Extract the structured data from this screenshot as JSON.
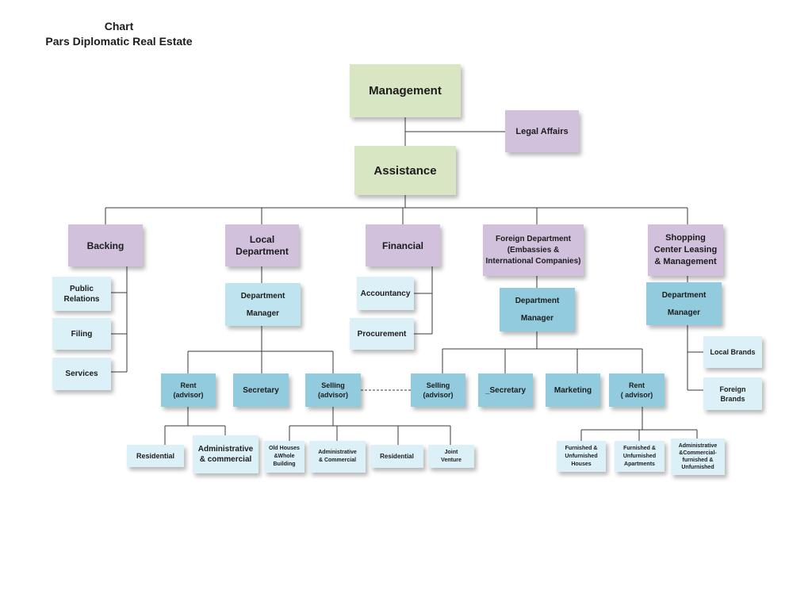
{
  "header": {
    "title": "Chart",
    "subtitle": "Pars Diplomatic Real Estate"
  },
  "colors": {
    "green": "#d8e6c3",
    "purple": "#d1c1dc",
    "mid_blue": "#bfe3ef",
    "dark_blue": "#92cbdd",
    "light_blue": "#dcf0f7",
    "line": "#3a3a3a"
  },
  "nodes": {
    "management": "Management",
    "legal_affairs": "Legal Affairs",
    "assistance": "Assistance",
    "backing": "Backing",
    "local_department": "Local\nDepartment",
    "financial": "Financial",
    "foreign_department": "Foreign Department\n(Embassies &\nInternational Companies)",
    "shopping_center": "Shopping\nCenter Leasing\n& Management",
    "public_relations": "Public\nRelations",
    "filing": "Filing",
    "services": "Services",
    "local_dept_manager": "Department\n\nManager",
    "accountancy": "Accountancy",
    "procurement": "Procurement",
    "foreign_dept_manager": "Department\n\nManager",
    "shopping_dept_manager": "Department\n\nManager",
    "local_brands": "Local Brands",
    "foreign_brands": "Foreign\nBrands",
    "local_rent": "Rent\n(advisor)",
    "local_secretary": "Secretary",
    "local_selling": "Selling\n(advisor)",
    "foreign_selling": "Selling\n(advisor)",
    "foreign_secretary": "_Secretary",
    "marketing": "Marketing",
    "foreign_rent": "Rent\n( advisor)",
    "rent_residential": "Residential",
    "rent_admin_commercial": "Administrative\n& commercial",
    "old_houses": "Old Houses\n&Whole\nBuilding",
    "sell_admin_commercial": "Administrative\n& Commercial",
    "sell_residential": "Residential",
    "joint_venture": "Joint\nVenture",
    "furnished_houses": "Furnished &\nUnfurnished\nHouses",
    "furnished_apartments": "Furnished &\nUnfurnished\nApartments",
    "admin_commercial_furnished": "Administrative\n&Commercial-\nfurnished &\nUnfurnished"
  }
}
